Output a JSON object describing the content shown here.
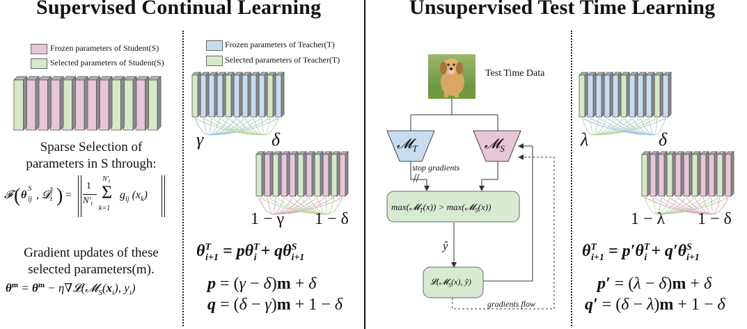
{
  "titles": {
    "left": "Supervised Continual Learning",
    "right": "Unsupervised Test Time Learning"
  },
  "legend_student": {
    "frozen": "Frozen parameters of Student(S)",
    "selected": "Selected parameters of Student(S)"
  },
  "legend_teacher": {
    "frozen": "Frozen parameters of Teacher(T)",
    "selected": "Selected parameters of Teacher(T)"
  },
  "colors": {
    "frozen_student": "#e8c6d8",
    "selected": "#d6e8c8",
    "frozen_teacher": "#c8dcf0",
    "box_fill": "#d9ead3",
    "teacher_trap": "#c8dcf0",
    "student_trap": "#e8c6d8"
  },
  "left_panel": {
    "sparse_line1": "Sparse Selection of",
    "sparse_line2": "parameters in S through:",
    "sparse_formula": "𝓕(θ^S_ij, 𝓓^s_t) = ‖ 1/N′_t Σ_{k=1}^{N′_t} g_ij(x_k) ‖",
    "grad_line1": "Gradient updates of these",
    "grad_line2": "selected parameters(m).",
    "grad_formula": "θᵐ = θᵐ − η∇𝓛(𝓜_S(xᵢ), yᵢ)"
  },
  "middle_panel": {
    "gamma": "γ",
    "delta": "δ",
    "one_minus_gamma": "1 − γ",
    "one_minus_delta": "1 − δ",
    "eq1": "θᵀᵢ₊₁ = pθᵀᵢ + qθˢᵢ₊₁",
    "eq2": "p = (γ − δ)m + δ",
    "eq3": "q = (δ − γ)m + 1 − δ"
  },
  "flow": {
    "test_time_data": "Test Time Data",
    "teacher_label": "𝓜T",
    "student_label": "𝓜S",
    "stop_gradients": "stop gradients",
    "max_box": "max(𝓜T(x)) > max(𝓜S(x))",
    "y_hat": "ŷ",
    "loss_box": "𝓛(𝓜S(x), ŷ)",
    "gradients_flow": "gradients flow"
  },
  "right_panel": {
    "lambda": "λ",
    "delta": "δ",
    "one_minus_lambda": "1 − λ",
    "one_minus_delta": "1 − δ",
    "eq1": "θᵀᵢ₊₁ = p′θᵀᵢ + q′θˢᵢ₊₁",
    "eq2": "p′ = (λ − δ)m + δ",
    "eq3": "q′ = (δ − λ)m + 1 − δ"
  }
}
